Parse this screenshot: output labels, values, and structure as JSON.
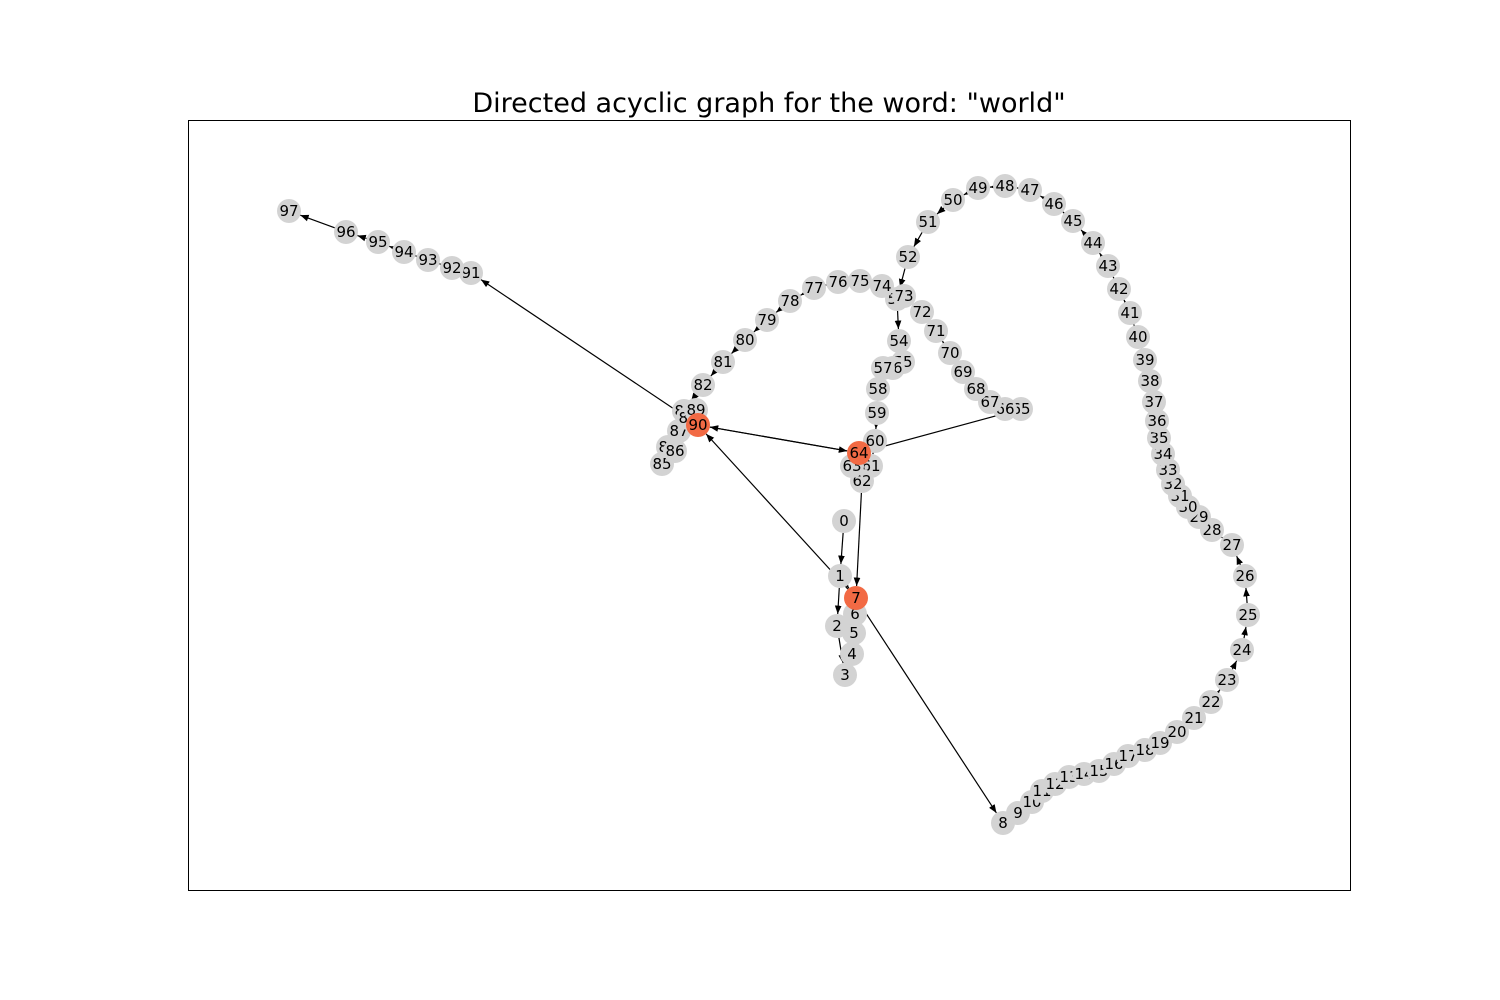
{
  "figure": {
    "title": "Directed acyclic graph for the word: \"world\""
  },
  "graph": {
    "node_color": "#d3d3d3",
    "highlight_color": "#f26a44",
    "edge_color": "#000000",
    "highlighted_nodes": [
      "7",
      "64",
      "90"
    ],
    "nodes": [
      "0",
      "1",
      "2",
      "3",
      "4",
      "5",
      "6",
      "7",
      "8",
      "9",
      "10",
      "11",
      "12",
      "13",
      "14",
      "15",
      "16",
      "17",
      "18",
      "19",
      "20",
      "21",
      "22",
      "23",
      "24",
      "25",
      "26",
      "27",
      "28",
      "29",
      "30",
      "31",
      "32",
      "33",
      "34",
      "35",
      "36",
      "37",
      "38",
      "39",
      "40",
      "41",
      "42",
      "43",
      "44",
      "45",
      "46",
      "47",
      "48",
      "49",
      "50",
      "51",
      "52",
      "53",
      "54",
      "55",
      "56",
      "57",
      "58",
      "59",
      "60",
      "61",
      "62",
      "63",
      "64",
      "65",
      "66",
      "67",
      "68",
      "69",
      "70",
      "71",
      "72",
      "73",
      "74",
      "75",
      "76",
      "77",
      "78",
      "79",
      "80",
      "81",
      "82",
      "83",
      "84",
      "85",
      "86",
      "87",
      "88",
      "89",
      "90",
      "91",
      "92",
      "93",
      "94",
      "95",
      "96",
      "97"
    ],
    "edges": [
      [
        "0",
        "1"
      ],
      [
        "1",
        "2"
      ],
      [
        "2",
        "3"
      ],
      [
        "3",
        "4"
      ],
      [
        "4",
        "5"
      ],
      [
        "5",
        "6"
      ],
      [
        "6",
        "7"
      ],
      [
        "1",
        "7"
      ],
      [
        "7",
        "8"
      ],
      [
        "8",
        "9"
      ],
      [
        "9",
        "10"
      ],
      [
        "10",
        "11"
      ],
      [
        "11",
        "12"
      ],
      [
        "12",
        "13"
      ],
      [
        "13",
        "14"
      ],
      [
        "14",
        "15"
      ],
      [
        "15",
        "16"
      ],
      [
        "16",
        "17"
      ],
      [
        "17",
        "18"
      ],
      [
        "18",
        "19"
      ],
      [
        "19",
        "20"
      ],
      [
        "20",
        "21"
      ],
      [
        "21",
        "22"
      ],
      [
        "22",
        "23"
      ],
      [
        "23",
        "24"
      ],
      [
        "24",
        "25"
      ],
      [
        "25",
        "26"
      ],
      [
        "26",
        "27"
      ],
      [
        "27",
        "28"
      ],
      [
        "28",
        "29"
      ],
      [
        "29",
        "30"
      ],
      [
        "30",
        "31"
      ],
      [
        "31",
        "32"
      ],
      [
        "32",
        "33"
      ],
      [
        "33",
        "34"
      ],
      [
        "34",
        "35"
      ],
      [
        "35",
        "36"
      ],
      [
        "36",
        "37"
      ],
      [
        "37",
        "38"
      ],
      [
        "38",
        "39"
      ],
      [
        "39",
        "40"
      ],
      [
        "40",
        "41"
      ],
      [
        "41",
        "42"
      ],
      [
        "42",
        "43"
      ],
      [
        "43",
        "44"
      ],
      [
        "44",
        "45"
      ],
      [
        "45",
        "46"
      ],
      [
        "46",
        "47"
      ],
      [
        "47",
        "48"
      ],
      [
        "48",
        "49"
      ],
      [
        "49",
        "50"
      ],
      [
        "50",
        "51"
      ],
      [
        "51",
        "52"
      ],
      [
        "52",
        "53"
      ],
      [
        "53",
        "54"
      ],
      [
        "54",
        "55"
      ],
      [
        "55",
        "56"
      ],
      [
        "56",
        "57"
      ],
      [
        "57",
        "58"
      ],
      [
        "58",
        "59"
      ],
      [
        "59",
        "60"
      ],
      [
        "60",
        "61"
      ],
      [
        "61",
        "62"
      ],
      [
        "62",
        "63"
      ],
      [
        "63",
        "64"
      ],
      [
        "62",
        "7"
      ],
      [
        "64",
        "65"
      ],
      [
        "65",
        "66"
      ],
      [
        "66",
        "67"
      ],
      [
        "67",
        "68"
      ],
      [
        "68",
        "69"
      ],
      [
        "69",
        "70"
      ],
      [
        "70",
        "71"
      ],
      [
        "71",
        "72"
      ],
      [
        "72",
        "73"
      ],
      [
        "73",
        "74"
      ],
      [
        "74",
        "75"
      ],
      [
        "75",
        "76"
      ],
      [
        "76",
        "77"
      ],
      [
        "77",
        "78"
      ],
      [
        "78",
        "79"
      ],
      [
        "79",
        "80"
      ],
      [
        "80",
        "81"
      ],
      [
        "81",
        "82"
      ],
      [
        "82",
        "83"
      ],
      [
        "83",
        "84"
      ],
      [
        "84",
        "85"
      ],
      [
        "85",
        "86"
      ],
      [
        "86",
        "87"
      ],
      [
        "87",
        "88"
      ],
      [
        "88",
        "89"
      ],
      [
        "89",
        "90"
      ],
      [
        "90",
        "64"
      ],
      [
        "64",
        "90"
      ],
      [
        "7",
        "90"
      ],
      [
        "90",
        "91"
      ],
      [
        "91",
        "92"
      ],
      [
        "92",
        "93"
      ],
      [
        "93",
        "94"
      ],
      [
        "94",
        "95"
      ],
      [
        "95",
        "96"
      ],
      [
        "96",
        "97"
      ]
    ]
  }
}
